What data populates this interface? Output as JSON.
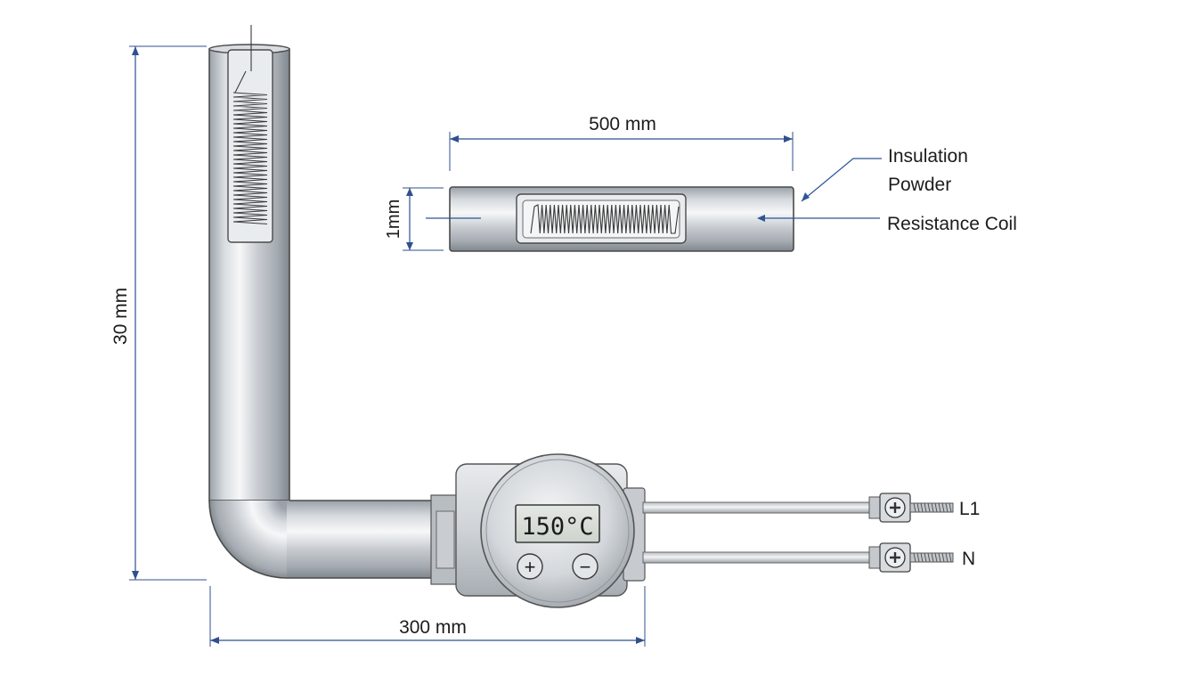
{
  "dimensions": {
    "vertical": "30 mm",
    "horizontal": "300 mm",
    "element_length": "500 mm",
    "element_diameter": "1mm"
  },
  "callouts": {
    "insulation_line1": "Insulation",
    "insulation_line2": "Powder",
    "resistance_coil": "Resistance Coil"
  },
  "thermostat": {
    "display": "150°C",
    "increase": "+",
    "decrease": "−"
  },
  "terminals": {
    "line": "L1",
    "neutral": "N"
  },
  "colors": {
    "dimension_lines": "#2f4f8f",
    "metal_light": "#f2f4f6",
    "metal_dark": "#8e959c"
  }
}
